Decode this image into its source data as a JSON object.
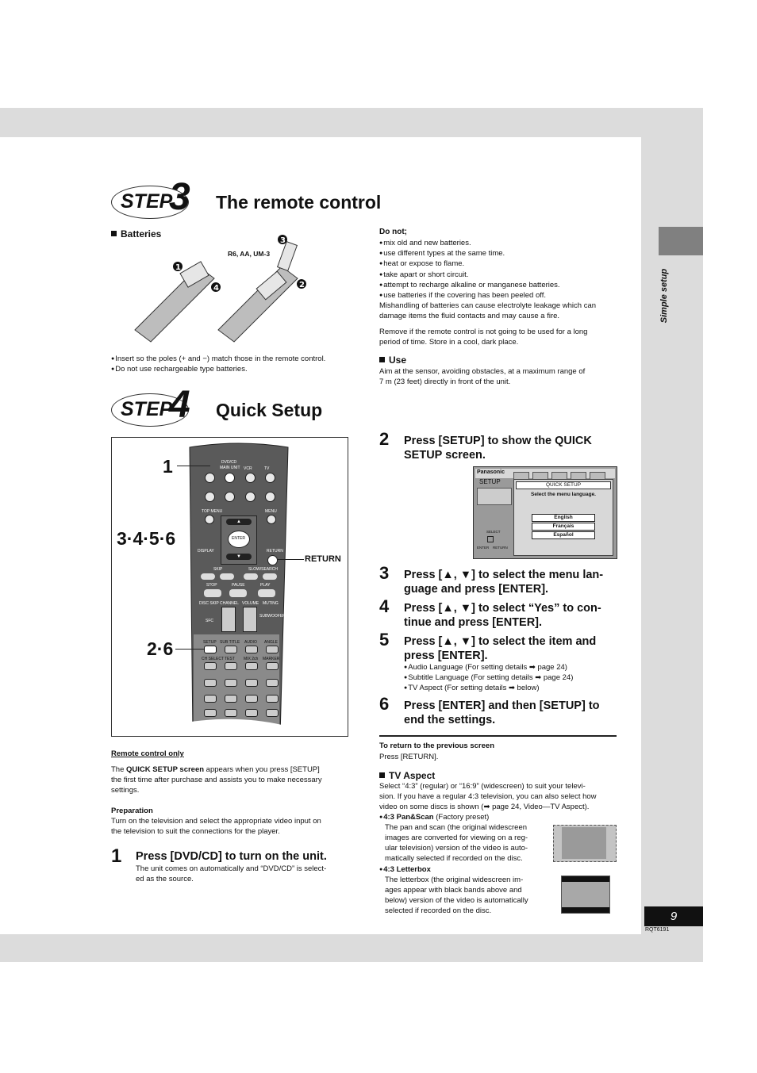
{
  "sidebar": {
    "label": "Simple setup",
    "page_number": "9",
    "doc_code": "RQT6191"
  },
  "step3": {
    "step_word": "STEP",
    "step_number": "3",
    "title": "The remote control",
    "batteries_heading": "Batteries",
    "battery_type": "R6,  AA, UM-3",
    "notes": [
      "Insert so the poles (+ and −) match those in the remote control.",
      "Do not use rechargeable type batteries."
    ],
    "donot_heading": "Do not;",
    "donot_items": [
      "mix old and new batteries.",
      "use different types at the same time.",
      "heat or expose to flame.",
      "take apart or short circuit.",
      "attempt to recharge alkaline or manganese batteries.",
      "use batteries if the covering has been peeled off."
    ],
    "mishandling_line1": "Mishandling of batteries can cause electrolyte leakage which can",
    "mishandling_line2": "damage items the fluid contacts and may cause a fire.",
    "remove_line1": "Remove if the remote control is not going to be used for a long",
    "remove_line2": "period of time. Store in a cool, dark place.",
    "use_heading": "Use",
    "use_line1": "Aim at the sensor, avoiding obstacles, at a maximum range of",
    "use_line2": "7 m (23 feet) directly in front of the unit."
  },
  "step4": {
    "step_word": "STEP",
    "step_number": "4",
    "title": "Quick Setup",
    "callouts": {
      "c1": "1",
      "c3456": "3·4·5·6",
      "c26": "2·6",
      "return": "RETURN"
    },
    "remote_labels": {
      "dvdcd": "DVD/CD",
      "main_unit": "MAIN UNIT",
      "vcr": "VCR",
      "tv": "TV",
      "top_menu": "TOP MENU",
      "menu": "MENU",
      "enter": "ENTER",
      "display": "DISPLAY",
      "return": "RETURN",
      "skip": "SKIP",
      "search": "SLOW/SEARCH",
      "stop": "STOP",
      "pause": "PAUSE",
      "play": "PLAY",
      "disc_skip": "DISC SKIP",
      "channel": "CHANNEL",
      "volume": "VOLUME",
      "muting": "MUTING",
      "sfc": "SFC",
      "subwoofer": "SUBWOOFER LEVEL",
      "setup": "SETUP",
      "subtitle": "SUB TITLE",
      "audio": "AUDIO",
      "angle": "ANGLE",
      "ch_select": "CH SELECT",
      "test": "TEST",
      "mix": "MIX 2ch",
      "marker": "MARKER"
    },
    "remote_only": "Remote control only",
    "intro_pre": "The ",
    "intro_bold": "QUICK SETUP screen",
    "intro_post": " appears when you press [SETUP]",
    "intro_line2": "the first time after purchase and assists you to make necessary",
    "intro_line3": "settings.",
    "prep_heading": "Preparation",
    "prep_line1": "Turn on the television and select the appropriate video input on",
    "prep_line2": "the television to suit the connections for the player.",
    "steps": [
      {
        "num": "1",
        "text": "Press [DVD/CD] to turn on the unit.",
        "sub1": "The unit comes on automatically and “DVD/CD” is select-",
        "sub2": "ed as the source."
      },
      {
        "num": "2",
        "line1": "Press [SETUP] to show the QUICK",
        "line2": "SETUP screen."
      },
      {
        "num": "3",
        "line1": "Press [▲, ▼] to select the menu lan-",
        "line2": "guage and press [ENTER]."
      },
      {
        "num": "4",
        "line1": "Press [▲, ▼] to select “Yes” to con-",
        "line2": "tinue and press [ENTER]."
      },
      {
        "num": "5",
        "line1": "Press [▲, ▼] to select the item and",
        "line2": "press [ENTER].",
        "subs": [
          "Audio Language (For setting details ➡ page 24)",
          "Subtitle Language (For setting details ➡ page 24)",
          "TV Aspect (For setting details ➡ below)"
        ]
      },
      {
        "num": "6",
        "line1": "Press [ENTER] and then [SETUP] to",
        "line2": "end the settings."
      }
    ],
    "screen": {
      "brand": "Panasonic",
      "setup": "SETUP",
      "header": "QUICK SETUP",
      "prompt": "Select the menu language.",
      "options": [
        "English",
        "Français",
        "Español"
      ],
      "select": "SELECT",
      "enter": "ENTER",
      "return": "RETURN"
    },
    "return_heading": "To return to the previous screen",
    "return_text": "Press [RETURN].",
    "tv_aspect": {
      "heading": "TV Aspect",
      "p1": "Select “4:3” (regular) or “16:9” (widescreen) to suit your televi-",
      "p2": "sion. If you have a regular 4:3 television, you can also select how",
      "p3": "video on some discs is shown (➡ page 24, Video—TV Aspect).",
      "pan_title": "4:3 Pan&Scan",
      "pan_note": " (Factory preset)",
      "pan_lines": [
        "The pan and scan (the original widescreen",
        "images are converted for viewing on a reg-",
        "ular television) version of the video is auto-",
        "matically selected if recorded on the disc."
      ],
      "letter_title": "4:3 Letterbox",
      "letter_lines": [
        "The letterbox (the original widescreen im-",
        "ages appear with black bands above and",
        "below) version of the video is automatically",
        "selected if recorded on the disc."
      ]
    }
  }
}
